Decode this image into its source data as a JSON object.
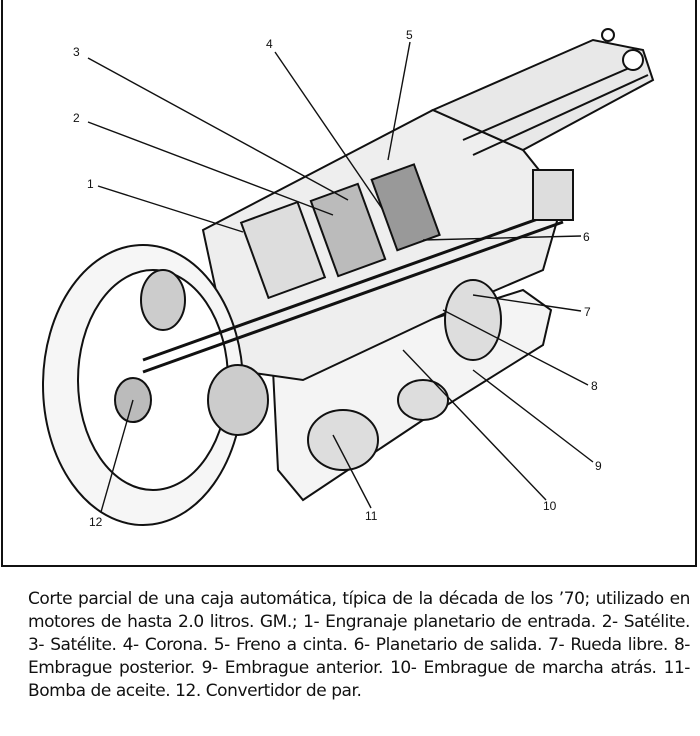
{
  "figure": {
    "callouts": [
      "1",
      "2",
      "3",
      "4",
      "5",
      "6",
      "7",
      "8",
      "9",
      "10",
      "11",
      "12"
    ]
  },
  "caption": "Corte parcial de una caja automática, típica de la década de los ’70; utilizado en motores de hasta 2.0 litros. GM.; 1- Engranaje planetario de entrada. 2- Satélite. 3- Satélite. 4- Corona. 5- Freno a cinta. 6- Planetario de salida. 7- Rueda libre. 8- Embrague posterior. 9- Embrague anterior. 10- Embrague de marcha atrás. 11- Bomba de aceite. 12. Convertidor de par."
}
